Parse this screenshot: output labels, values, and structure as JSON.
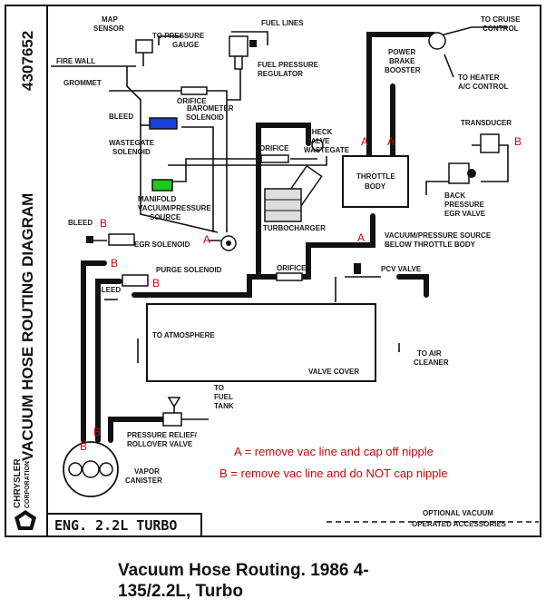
{
  "side_title": "VACUUM HOSE ROUTING DIAGRAM",
  "part_number": "4307652",
  "brand": {
    "line1": "CHRYSLER",
    "line2": "CORPORATION"
  },
  "engine_box": "ENG. 2.2L TURBO",
  "caption": {
    "line1": "Vacuum Hose Routing. 1986 4-",
    "line2": "135/2.2L, Turbo"
  },
  "legend": {
    "a": "A = remove vac line and cap off nipple",
    "b": "B = remove vac line and do NOT cap nipple"
  },
  "marker_a": "A",
  "marker_b": "B",
  "labels": {
    "map_sensor_1": "MAP",
    "map_sensor_2": "SENSOR",
    "to_pressure_gauge_1": "TO PRESSURE",
    "to_pressure_gauge_2": "GAUGE",
    "fuel_lines": "FUEL LINES",
    "fire_wall": "FIRE WALL",
    "grommet": "GROMMET",
    "fuel_pressure_regulator_1": "FUEL PRESSURE",
    "fuel_pressure_regulator_2": "REGULATOR",
    "orifice": "ORIFICE",
    "bleed": "BLEED",
    "barometer_solenoid_1": "BAROMETER",
    "barometer_solenoid_2": "SOLENOID",
    "wastegate_solenoid_1": "WASTEGATE",
    "wastegate_solenoid_2": "SOLENOID",
    "check_valve_1": "CHECK",
    "check_valve_2": "VALVE",
    "wastegate": "WASTEGATE",
    "manifold_vac_1": "MANIFOLD",
    "manifold_vac_2": "VACUUM/PRESSURE",
    "manifold_vac_3": "SOURCE",
    "turbocharger": "TURBOCHARGER",
    "egr_solenoid": "EGR SOLENOID",
    "throttle_body_1": "THROTTLE",
    "throttle_body_2": "BODY",
    "power_brake_1": "POWER",
    "power_brake_2": "BRAKE",
    "power_brake_3": "BOOSTER",
    "to_cruise_1": "TO CRUISE",
    "to_cruise_2": "CONTROL",
    "to_heater_1": "TO HEATER",
    "to_heater_2": "A/C CONTROL",
    "transducer": "TRANSDUCER",
    "back_pressure_1": "BACK",
    "back_pressure_2": "PRESSURE",
    "back_pressure_3": "EGR VALVE",
    "vac_source_below_1": "VACUUM/PRESSURE SOURCE",
    "vac_source_below_2": "BELOW THROTTLE BODY",
    "purge_solenoid": "PURGE SOLENOID",
    "pcv_valve": "PCV VALVE",
    "to_atmosphere": "TO ATMOSPHERE",
    "valve_cover": "VALVE COVER",
    "to_air_cleaner_1": "TO AIR",
    "to_air_cleaner_2": "CLEANER",
    "to_fuel_tank_1": "TO",
    "to_fuel_tank_2": "FUEL",
    "to_fuel_tank_3": "TANK",
    "pressure_relief_1": "PRESSURE RELIEF/",
    "pressure_relief_2": "ROLLOVER VALVE",
    "vapor_canister_1": "VAPOR",
    "vapor_canister_2": "CANISTER",
    "optional_vac_1": "OPTIONAL VACUUM",
    "optional_vac_2": "OPERATED ACCESSORIES"
  },
  "colors": {
    "marker": "#d40000",
    "barometer": "#1a3fd6",
    "wastegate_sol": "#1ec81e"
  }
}
